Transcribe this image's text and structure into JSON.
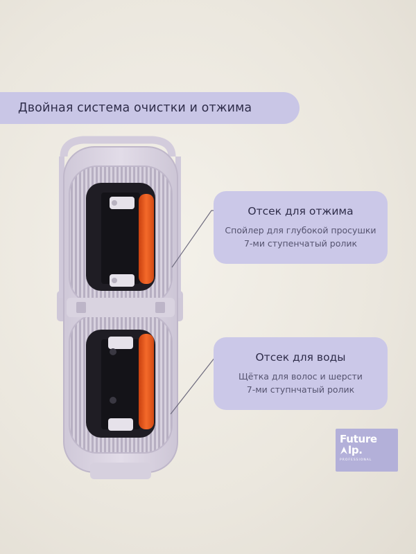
{
  "title": "Двойная система очистки и отжима",
  "callouts": [
    {
      "heading": "Отсек для отжима",
      "lines": [
        "Спойлер для глубокой просушки",
        "7-ми ступенчатый ролик"
      ]
    },
    {
      "heading": "Отсек для воды",
      "lines": [
        "Щётка для волос и шерсти",
        "7-ми ступнчатый ролик"
      ]
    }
  ],
  "logo": {
    "line1": "Future",
    "line2": "lp.",
    "line3": "PROFESSIONAL"
  },
  "colors": {
    "banner": "#c9c6e6",
    "bucket": "#dcd6e4",
    "roller": "#ee5a1e",
    "logo": "#b3b0d9"
  },
  "icons": [
    "arrow-logo-icon"
  ]
}
